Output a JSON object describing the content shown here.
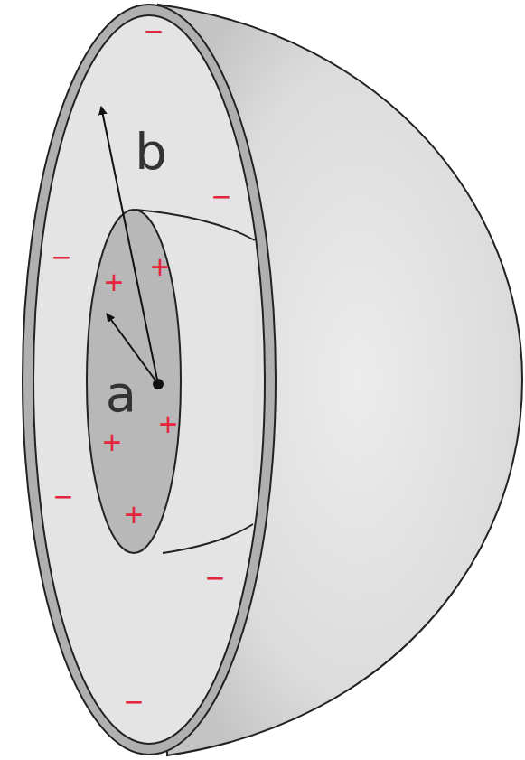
{
  "diagram": {
    "labels": [
      "−",
      "b",
      "−",
      "−",
      "+",
      "+",
      "a",
      "+",
      "+",
      "−",
      "+",
      "−",
      "−"
    ]
  }
}
